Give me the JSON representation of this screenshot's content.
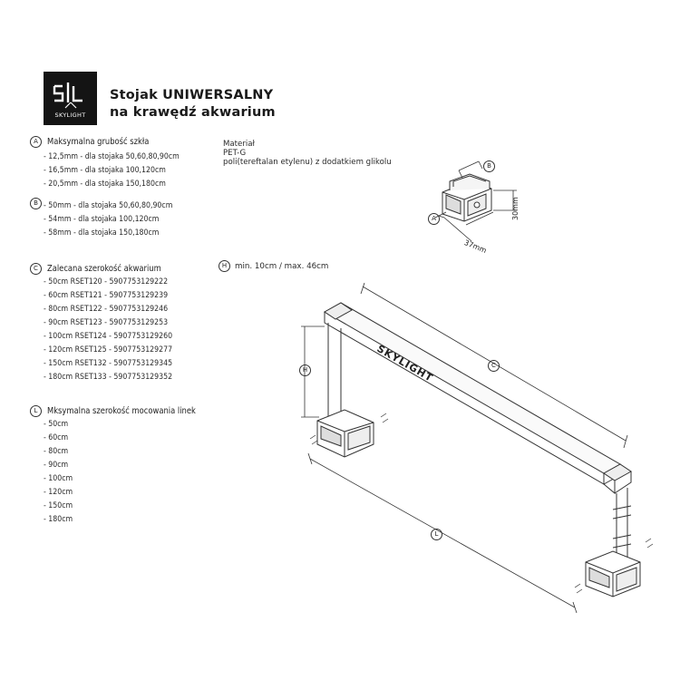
{
  "brand": {
    "logo_mark": "SL",
    "name": "SKYLIGHT"
  },
  "title": {
    "line1": "Stojak UNIWERSALNY",
    "line2": "na krawędź akwarium"
  },
  "sections": {
    "a": {
      "badge": "A",
      "heading": "Maksymalna grubość szkła",
      "items": [
        "- 12,5mm - dla stojaka 50,60,80,90cm",
        "- 16,5mm - dla stojaka 100,120cm",
        "- 20,5mm - dla stojaka 150,180cm"
      ]
    },
    "b": {
      "badge": "B",
      "items": [
        "- 50mm - dla stojaka 50,60,80,90cm",
        "- 54mm - dla stojaka 100,120cm",
        "- 58mm - dla stojaka 150,180cm"
      ]
    },
    "c": {
      "badge": "C",
      "heading": "Zalecana szerokość akwarium",
      "items": [
        "- 50cm RSET120 - 5907753129222",
        "- 60cm RSET121 - 5907753129239",
        "- 80cm RSET122 - 5907753129246",
        "- 90cm RSET123 - 5907753129253",
        "- 100cm RSET124 - 5907753129260",
        "- 120cm RSET125 - 5907753129277",
        "- 150cm RSET132 - 5907753129345",
        "- 180cm RSET133 - 5907753129352"
      ]
    },
    "l": {
      "badge": "L",
      "heading": "Mksymalna szerokość mocowania linek",
      "items": [
        "- 50cm",
        "- 60cm",
        "- 80cm",
        "- 90cm",
        "- 100cm",
        "- 120cm",
        "- 150cm",
        "- 180cm"
      ]
    },
    "h": {
      "badge": "H",
      "text": "min. 10cm / max. 46cm"
    }
  },
  "material": {
    "label": "Materiał",
    "type": "PET-G",
    "description": "poli(tereftalan etylenu) z dodatkiem glikolu"
  },
  "bracket_dims": {
    "badge_b": "B",
    "badge_a": "A",
    "height": "30mm",
    "depth": "37mm"
  },
  "stand_labels": {
    "arm_text": "SKYLIGHT",
    "badge_c": "C",
    "badge_h": "H",
    "badge_l": "L"
  }
}
